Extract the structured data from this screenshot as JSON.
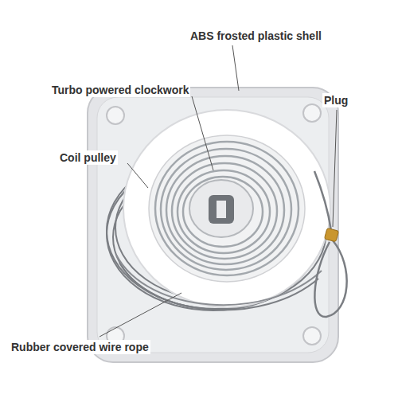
{
  "diagram": {
    "labels": [
      "ABS frosted plastic shell",
      "Turbo powered clockwork",
      "Plug",
      "Coil pulley",
      "Rubber covered wire rope"
    ]
  }
}
